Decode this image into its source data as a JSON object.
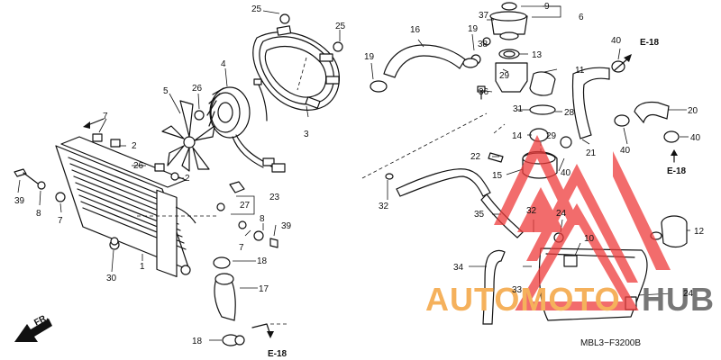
{
  "diagram": {
    "code": "MBL3−F3200B",
    "direction": "FR.",
    "ref_label": "E-18",
    "watermark": {
      "part1": "AUTOMOTO",
      "part2": "HUB",
      "color_main": "#f5b15c",
      "color_hub": "#777777",
      "triangle_color": "#ee3b3b"
    },
    "callouts": [
      "1",
      "2",
      "3",
      "4",
      "5",
      "6",
      "7",
      "8",
      "9",
      "10",
      "11",
      "12",
      "13",
      "14",
      "15",
      "16",
      "17",
      "18",
      "19",
      "20",
      "21",
      "22",
      "23",
      "24",
      "25",
      "26",
      "27",
      "28",
      "29",
      "30",
      "31",
      "32",
      "33",
      "34",
      "35",
      "36",
      "37",
      "38",
      "39",
      "40"
    ]
  }
}
